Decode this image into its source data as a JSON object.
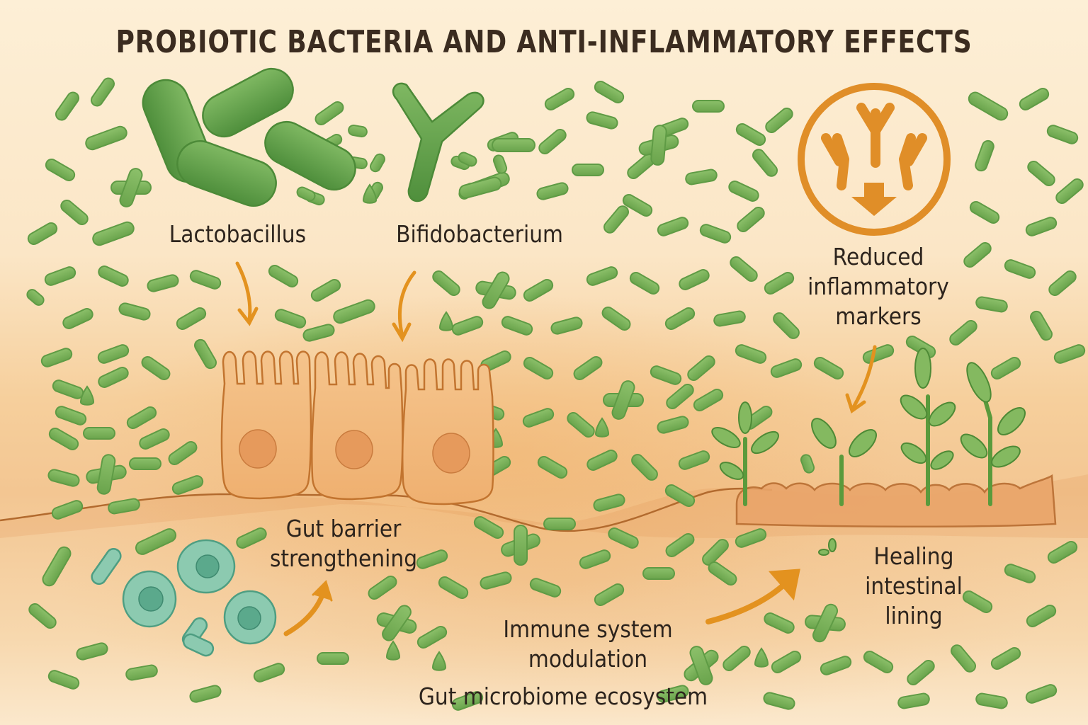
{
  "title": "PROBIOTIC BACTERIA AND ANTI-INFLAMMATORY EFFECTS",
  "labels": {
    "lactobacillus": "Lactobacillus",
    "bifidobacterium": "Bifidobacterium",
    "reduced_markers": [
      "Reduced",
      "inflammatory",
      "markers"
    ],
    "gut_barrier": [
      "Gut barrier",
      "strengthening"
    ],
    "immune": [
      "Immune system",
      "modulation"
    ],
    "healing": [
      "Healing",
      "intestinal",
      "lining"
    ],
    "ecosystem": "Gut microbiome ecosystem"
  },
  "icons": {
    "inflammation_marker": "antibody-down-arrow-icon",
    "bacteria": "rod-bacterium-icon",
    "epithelial_cell": "epithelial-cell-icon",
    "immune_cell": "immune-cell-icon",
    "sprout": "sprout-icon",
    "arrow": "curved-arrow-icon"
  },
  "colors": {
    "background": "#fcecd2",
    "title_text": "#3b2c20",
    "bacteria_green": "#7ab25a",
    "bacteria_outline": "#4f8a3a",
    "epithelial_orange": "#f2b678",
    "epithelial_outline": "#c87a38",
    "immune_teal": "#7fbfa4",
    "accent_orange": "#e8942a"
  }
}
